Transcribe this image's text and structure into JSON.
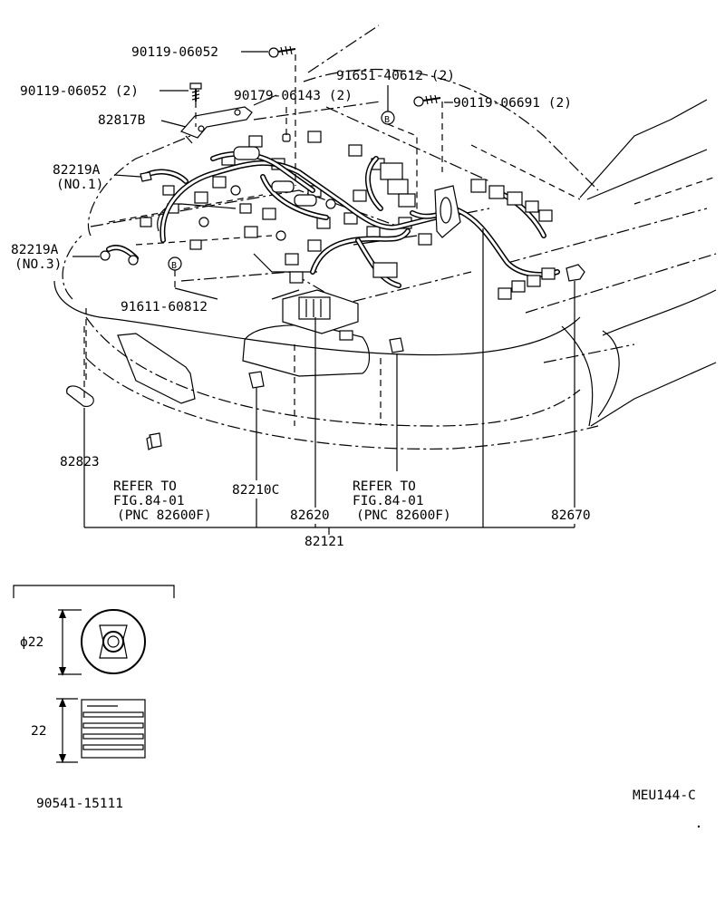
{
  "labels": {
    "bolt_90119_06052_top": "90119-06052",
    "bolt_90119_06052_qty": "90119-06052 (2)",
    "clamp_91651": "91651-40612 (2)",
    "bolt_90179": "90179-06143 (2)",
    "bolt_90119_06691": "90119-06691 (2)",
    "bracket_82817b": "82817B",
    "harness_82219a_no1_code": "82219A",
    "harness_82219a_no1_note": "(NO.1)",
    "harness_82219a_no3_code": "82219A",
    "harness_82219a_no3_note": "(NO.3)",
    "bolt_91611": "91611-60812",
    "part_82823": "82823",
    "refer_left_1": "REFER TO",
    "refer_left_2": "FIG.84-01",
    "refer_left_3": "(PNC 82600F)",
    "part_82210c": "82210C",
    "part_82620": "82620",
    "refer_right_1": "REFER TO",
    "refer_right_2": "FIG.84-01",
    "refer_right_3": "(PNC 82600F)",
    "part_82670": "82670",
    "assembly_82121": "82121",
    "callout_b_upper": "B",
    "callout_b_lower": "B",
    "dimension_diameter": "ϕ22",
    "dimension_height": "22",
    "grommet_part": "90541-15111",
    "figure_code": "MEU144-C"
  }
}
